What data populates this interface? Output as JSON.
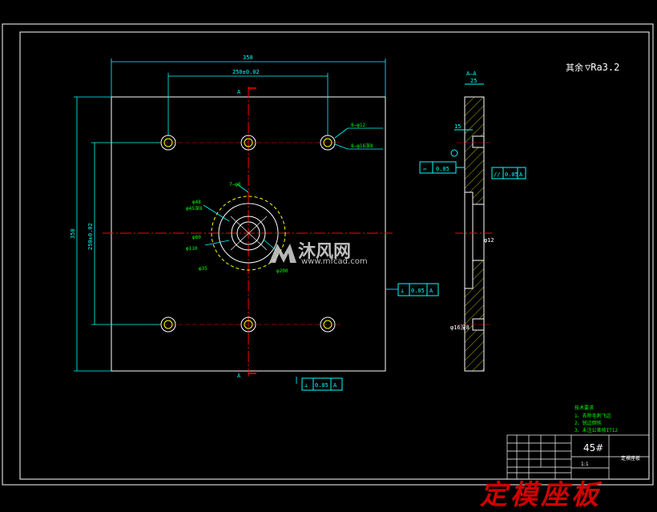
{
  "drawing": {
    "section_label": "A—A",
    "section_marker_top": "A",
    "section_marker_bottom": "A",
    "roughness_note_prefix": "其余",
    "roughness_note_value": "▽Ra3.2",
    "dimensions": {
      "overall_width": "350",
      "hole_spacing_x": "250±0.02",
      "overall_height": "350",
      "hole_spacing_y": "250±0.02",
      "thickness": "25",
      "step_depth": "15",
      "center_hole_note": "7—φ8"
    },
    "hole_callouts": [
      "8—φ12",
      "8—φ16深8"
    ],
    "center_callouts": [
      "φ48",
      "φ45深8",
      "φ80",
      "φ110",
      "φ35",
      "φ200"
    ],
    "tolerances": [
      {
        "symbol": "▱",
        "value": "0.05",
        "datum": ""
      },
      {
        "symbol": "//",
        "value": "0.05",
        "datum": "A"
      },
      {
        "symbol": "⊥",
        "value": "0.05",
        "datum": "A"
      },
      {
        "symbol": "⊥",
        "value": "0.05",
        "datum": "A"
      }
    ],
    "side_notes": [
      "φ12",
      "φ16深8"
    ],
    "tech_requirements_title": "技术要求",
    "tech_requirements": [
      "1、去除毛刺飞边",
      "2、锐边倒钝",
      "3、未注公差按IT12"
    ]
  },
  "title_block": {
    "material": "45#",
    "part_name": "定模座板",
    "scale": "1:1"
  },
  "title_label": "定模座板",
  "watermark": {
    "text_cn": "沐风网",
    "url": "www.mfcad.com"
  },
  "colors": {
    "background": "#000000",
    "outline": "#ffffff",
    "dimension": "#00ffff",
    "center_line": "#ff0000",
    "annotation": "#00ff00",
    "hatch": "#ffff00",
    "title_text": "#d00000"
  }
}
